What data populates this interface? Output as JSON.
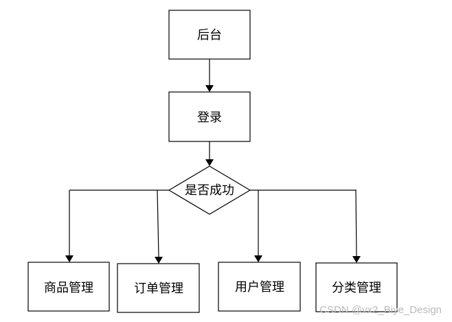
{
  "diagram": {
    "nodes": {
      "backend": "后台",
      "login": "登录",
      "success_check": "是否成功",
      "product_mgmt": "商品管理",
      "order_mgmt": "订单管理",
      "user_mgmt": "用户管理",
      "category_mgmt": "分类管理"
    },
    "watermark": "CSDN @vx2_Biye_Design"
  }
}
